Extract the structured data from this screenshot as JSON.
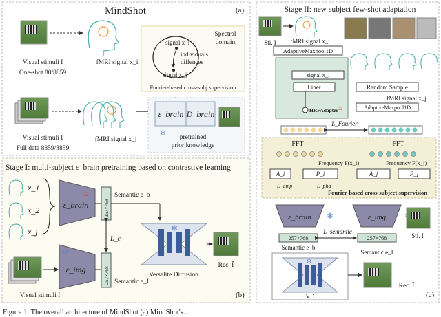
{
  "top_panel": {
    "title": "MindShot",
    "tag": "(a)",
    "one_shot": {
      "stimuli_label": "Visual stimuli I",
      "count_label": "One-shot 80/8859",
      "signal_label": "fMRI signal x_i"
    },
    "full_data": {
      "stimuli_label": "Visual stimuli I",
      "count_label": "Full data 8859/8859",
      "signal_label": "fMRI signal x_j"
    },
    "spectral": {
      "label_line1": "Spectral",
      "label_line2": "domain",
      "signal_i": "signal x_i",
      "signal_j": "signal x_j",
      "diff_line1": "individuals",
      "diff_line2": "diffences",
      "caption": "Fourier-based cross-subj supervision"
    },
    "prior": {
      "enc": "ε_brain",
      "dec": "D_brain",
      "line1": "pretrained",
      "line2": "prior knowledge"
    }
  },
  "stage1": {
    "title": "Stage I: multi-subject ε_brain pretraining based on contrastive learning",
    "tag": "(b)",
    "x1": "x_1",
    "x2": "x_2",
    "xj": "x_j",
    "enc_brain": "ε_brain",
    "enc_img": "ε_img",
    "emb_dim_top": "257×768",
    "emb_dim_bottom": "257×768",
    "semantic_b": "Semantic e_b",
    "semantic_i": "Semantic e_I",
    "loss_c": "L_c",
    "vd_label": "Versalite Diffusion",
    "rec_label": "Rec. Î",
    "stim_label": "Visual stimuli I"
  },
  "stage2": {
    "title": "Stage II: new subject few-shot adaptation",
    "tag": "(c)",
    "sti_top": "Sti. I",
    "fmri_i": "fMRI signal x_i",
    "pool_left": "AdaptiveMaxpool1D",
    "pool_right": "AdaptiveMaxpool1D",
    "signal_box": "signal x_i",
    "liner": "Liner",
    "hrf": "HRFAdapter",
    "random_sample": "Random Sample",
    "fmri_j": "fMRI signal x_j",
    "loss_fourier": "L_Fourier",
    "fft_left": "FFT",
    "fft_right": "FFT",
    "freq_i": "Frequency F(x_i)",
    "freq_j": "Frequency F(x_j)",
    "a_i": "A_i",
    "p_i": "P_i",
    "a_j": "A_j",
    "p_j": "P_j",
    "loss_amp": "L_amp",
    "loss_pha": "L_pha",
    "fourier_caption": "Fourier-based cross-subject supervision",
    "enc_brain": "ε_brain",
    "enc_img": "ε_img",
    "loss_semantic": "L_semantic",
    "dim_left": "257×768",
    "dim_right": "257×768",
    "semantic_b": "Semantic e_b",
    "semantic_i": "Semantic e_I",
    "sti_bottom": "Sti. I",
    "vd": "VD",
    "rec": "Rec. Î"
  },
  "caption_partial": "Figure 1: The overall architecture of MindShot (a) MindShot's..."
}
